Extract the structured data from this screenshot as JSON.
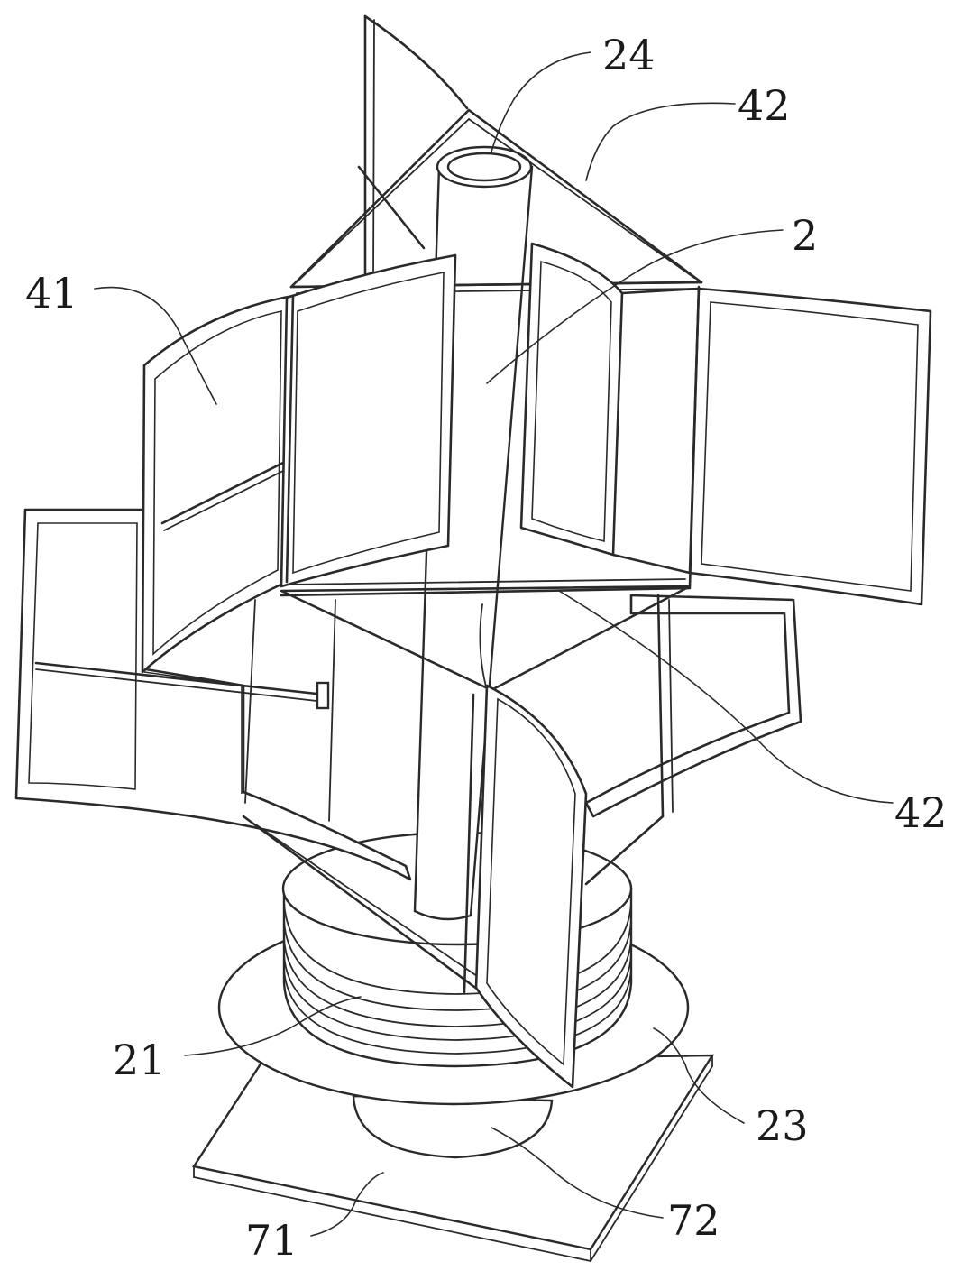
{
  "callouts": {
    "c24": "24",
    "c42_top": "42",
    "c2": "2",
    "c41": "41",
    "c42_right": "42",
    "c21": "21",
    "c23": "23",
    "c72": "72",
    "c71": "71"
  },
  "colors": {
    "line": "#2a2a2a",
    "background": "#ffffff"
  }
}
